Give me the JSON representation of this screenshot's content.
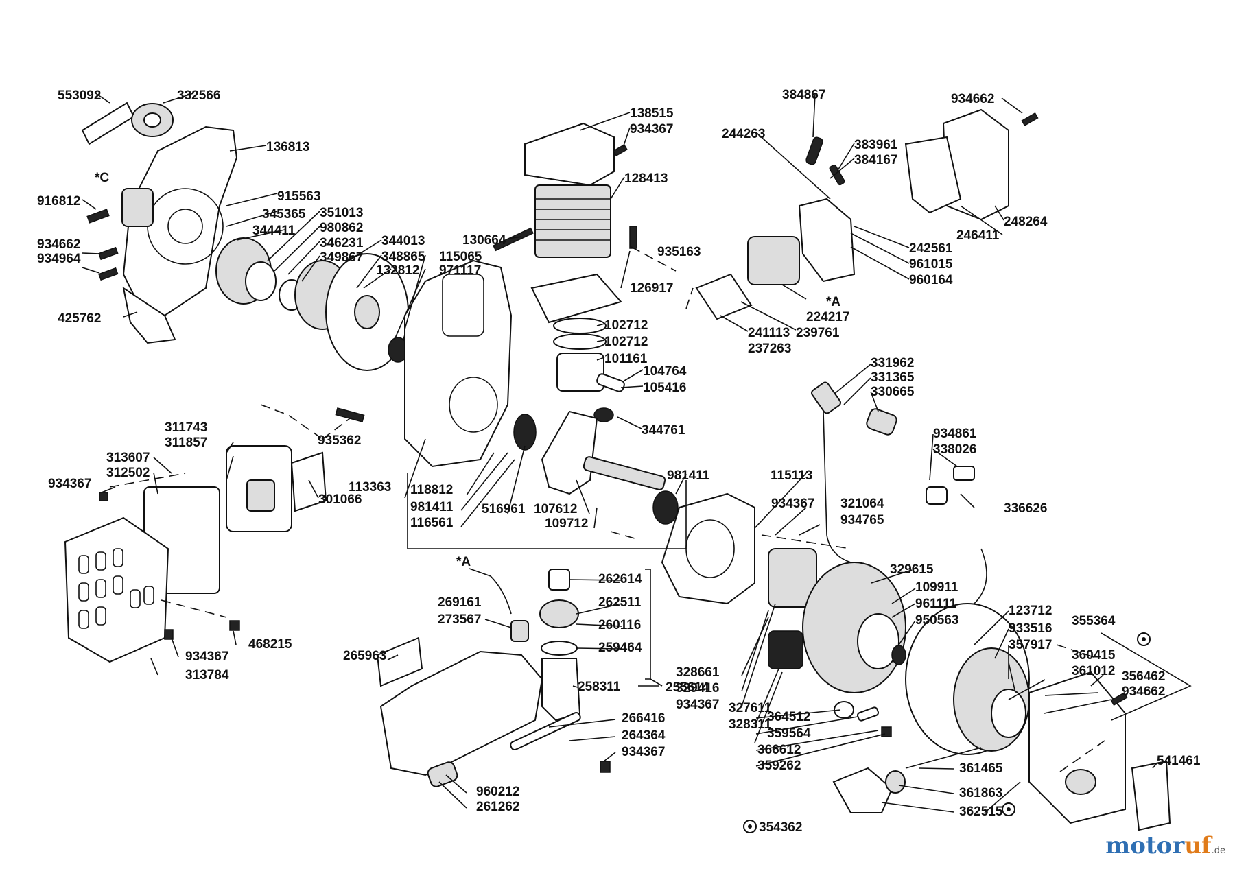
{
  "logo": {
    "part1": "motor",
    "part2": "uf",
    "suffix": ".de"
  },
  "labels": [
    "553092",
    "332566",
    "136813",
    "*C",
    "916812",
    "915563",
    "345365",
    "351013",
    "344411",
    "980862",
    "346231",
    "934662",
    "934964",
    "349867",
    "425762",
    "344013",
    "348865",
    "115065",
    "971117",
    "132812",
    "130664",
    "138515",
    "934367",
    "128413",
    "935163",
    "126917",
    "102712",
    "102712",
    "101161",
    "104764",
    "105416",
    "344761",
    "384867",
    "244263",
    "383961",
    "384167",
    "934662",
    "248264",
    "246411",
    "242561",
    "961015",
    "960164",
    "*A",
    "224217",
    "241113",
    "239761",
    "237263",
    "311743",
    "311857",
    "313607",
    "312502",
    "934367",
    "301066",
    "935362",
    "113363",
    "118812",
    "981411",
    "116561",
    "516961",
    "107612",
    "109712",
    "981411",
    "115113",
    "934367",
    "321064",
    "934765",
    "331962",
    "331365",
    "330665",
    "934861",
    "338026",
    "336626",
    "*A",
    "269161",
    "273567",
    "262614",
    "262511",
    "260116",
    "259464",
    "265963",
    "258311",
    "255614",
    "468215",
    "934367",
    "313784",
    "328661",
    "329416",
    "934367",
    "327611",
    "328311",
    "329615",
    "109911",
    "961111",
    "950563",
    "123712",
    "933516",
    "357917",
    "355364",
    "360415",
    "361012",
    "356462",
    "934662",
    "364512",
    "359564",
    "366612",
    "359262",
    "361465",
    "361863",
    "362515",
    "266416",
    "264364",
    "934367",
    "960212",
    "261262",
    "354362",
    "541461"
  ]
}
